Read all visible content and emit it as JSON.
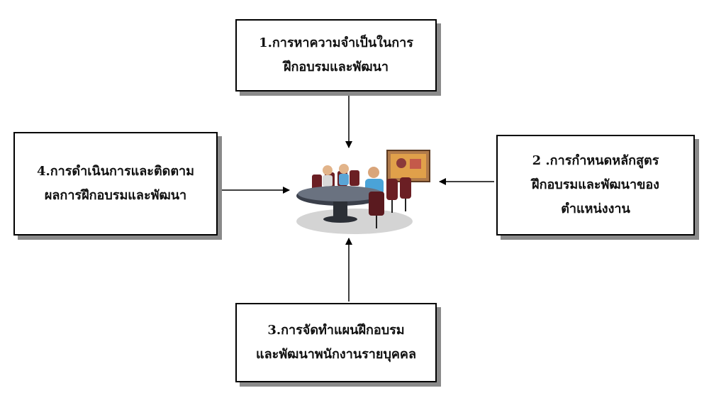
{
  "nodes": {
    "step1": {
      "line1": "1.การหาความจำเป็นในการ",
      "line2": "ฝึกอบรมและพัฒนา"
    },
    "step2": {
      "line1": "2 .การกำหนดหลักสูตร",
      "line2": "ฝึกอบรมและพัฒนาของ",
      "line3": "ตำแหน่งงาน"
    },
    "step3": {
      "line1": "3.การจัดทำแผนฝึกอบรม",
      "line2": "และพัฒนาพนักงานรายบุคคล"
    },
    "step4": {
      "line1": "4.การดำเนินการและติดตาม",
      "line2": "ผลการฝึกอบรมและพัฒนา"
    }
  },
  "edges": [
    {
      "from": "step1",
      "to": "center"
    },
    {
      "from": "step2",
      "to": "center"
    },
    {
      "from": "step3",
      "to": "center"
    },
    {
      "from": "step4",
      "to": "center"
    }
  ],
  "center": {
    "icon": "meeting-table-icon"
  },
  "colors": {
    "border": "#000000",
    "shadow": "#8a8a8a",
    "arrow": "#000000",
    "shirt": "#4aa3d8",
    "chair": "#6b1f24",
    "table": "#3a3f4a"
  }
}
